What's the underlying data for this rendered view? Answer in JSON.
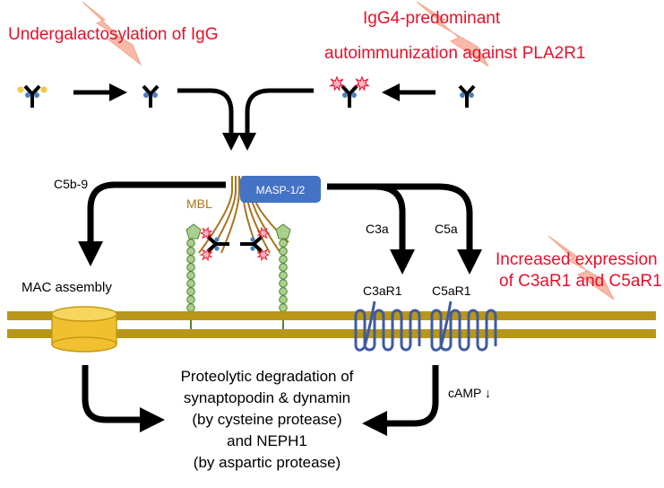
{
  "colors": {
    "red_text": "#e8102a",
    "membrane": "#b8961a",
    "mbl": "#a8741c",
    "masp_box": "#4472c4",
    "receptor": "#3f5ba0",
    "mac": "#f0c030",
    "chain_green": "#a9d18e",
    "lightning": "#f8b9a8",
    "sugar_yellow": "#f2c94c",
    "sugar_blue": "#4a7fc1",
    "star_red": "#e8102a"
  },
  "labels": {
    "undergalactosylation": "Undergalactosylation of IgG",
    "igg4_line1": "IgG4-predominant",
    "igg4_line2": "autoimmunization against PLA2R1",
    "c5b9": "C5b-9",
    "mbl": "MBL",
    "masp": "MASP-1/2",
    "c3a": "C3a",
    "c5a": "C5a",
    "increased_line1": "Increased expression",
    "increased_line2": "of C3aR1 and C5aR1",
    "mac_assembly": "MAC assembly",
    "c3ar1": "C3aR1",
    "c5ar1": "C5aR1",
    "camp": "cAMP ↓",
    "outcome": [
      "Proteolytic degradation of",
      "synaptopodin & dynamin",
      "(by cysteine protease)",
      "and NEPH1",
      "(by aspartic protease)"
    ]
  },
  "icons": [
    "lightning-icon",
    "antibody-icon",
    "mbl-lectin-icon",
    "ion-channel-icon",
    "receptor-icon",
    "membrane-icon"
  ]
}
